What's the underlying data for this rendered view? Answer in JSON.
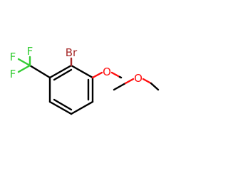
{
  "molecule": {
    "atoms": [
      {
        "symbol": "Br",
        "color": "#a62929"
      },
      {
        "symbol": "O",
        "color": "#ff0d0d"
      },
      {
        "symbol": "O",
        "color": "#ff0d0d"
      },
      {
        "symbol": "F",
        "color": "#33cc33"
      },
      {
        "symbol": "F",
        "color": "#33cc33"
      },
      {
        "symbol": "F",
        "color": "#33cc33"
      }
    ]
  }
}
